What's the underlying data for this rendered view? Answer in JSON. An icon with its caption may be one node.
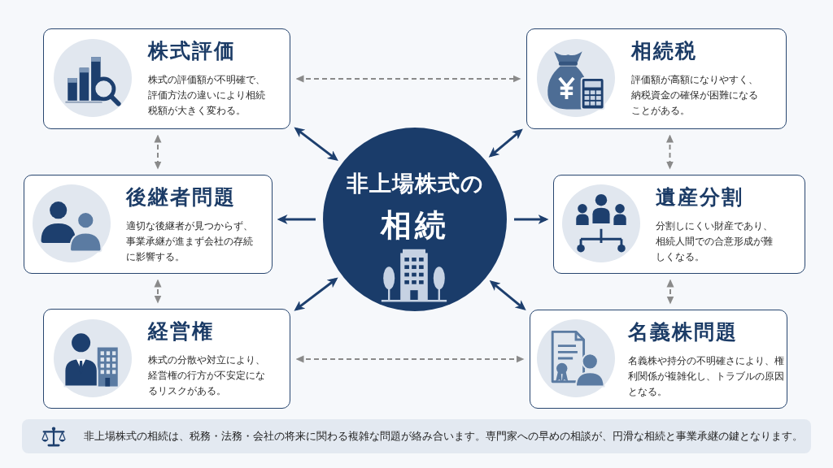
{
  "diagram": {
    "nodes": [
      {
        "text": [
          "株式評価",
          "株式の評価額が不明確で、評価方法の違いにより相続税額が大きく変わる。"
        ]
      },
      {
        "text": [
          "相続税",
          "評価額が高額になりやすく、納税資金の確保が困難になることがある。"
        ]
      },
      {
        "text": [
          "非上場株式の",
          "相続"
        ]
      },
      {
        "text": [
          "後継者問題",
          "適切な後継者が見つからず、事業承継が進まず会社の存続に影響する。"
        ]
      },
      {
        "text": [
          "遺産分割",
          "分割しにくい財産であり、相続人間での合意形成が難しくなる。"
        ]
      },
      {
        "text": [
          "経営権",
          "株式の分散や対立により、経営権の行方が不安定になるリスクがある。"
        ]
      },
      {
        "text": [
          "名義株問題",
          "名義株や持分の不明確さにより、権利関係が複雑化し、トラブルの原因となる。"
        ]
      },
      {
        "text": [
          "非上場株式の相続は、税務・法務・会社の将来に関わる複雑な問題が絡み合います。専門家への早めの相談が、円滑な相続と事業承継の鍵となります。"
        ]
      }
    ],
    "edges": [
      {
        "from": 2,
        "to": 0,
        "arrow": "both"
      },
      {
        "from": 2,
        "to": 1,
        "arrow": "both"
      },
      {
        "from": 2,
        "to": 3,
        "arrow": "to"
      },
      {
        "from": 2,
        "to": 4,
        "arrow": "to"
      },
      {
        "from": 2,
        "to": 5,
        "arrow": "both"
      },
      {
        "from": 2,
        "to": 6,
        "arrow": "both"
      },
      {
        "from": 0,
        "to": 1,
        "arrow": "both",
        "style": "dashed",
        "color": "#8a8a8a"
      },
      {
        "from": 0,
        "to": 3,
        "arrow": "both",
        "style": "dashed",
        "color": "#8a8a8a"
      },
      {
        "from": 3,
        "to": 5,
        "arrow": "both",
        "style": "dashed",
        "color": "#8a8a8a"
      },
      {
        "from": 1,
        "to": 4,
        "arrow": "both",
        "style": "dashed",
        "color": "#8a8a8a"
      },
      {
        "from": 4,
        "to": 6,
        "arrow": "both",
        "style": "dashed",
        "color": "#8a8a8a"
      },
      {
        "from": 5,
        "to": 6,
        "arrow": "both",
        "style": "dashed",
        "color": "#8a8a8a"
      }
    ]
  }
}
